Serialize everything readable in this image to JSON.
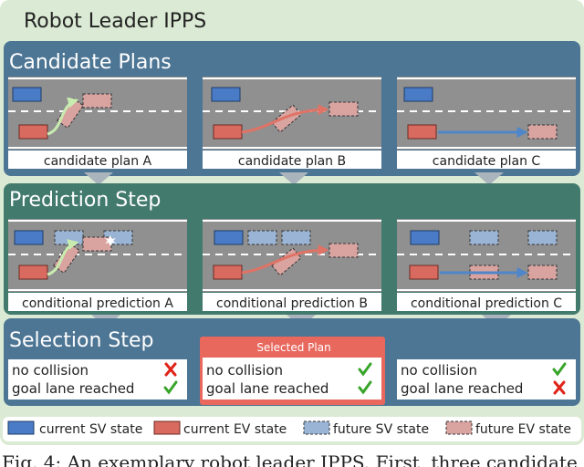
{
  "title": "Robot Leader IPPS",
  "sections": {
    "candidate": {
      "title": "Candidate Plans",
      "captions": [
        "candidate plan A",
        "candidate plan B",
        "candidate plan C"
      ]
    },
    "prediction": {
      "title": "Prediction Step",
      "captions": [
        "conditional prediction A",
        "conditional prediction B",
        "conditional prediction C"
      ]
    },
    "selection": {
      "title": "Selection Step",
      "selected_label": "Selected Plan",
      "criteria": [
        {
          "label": "no collision",
          "results": [
            "fail",
            "pass",
            "pass"
          ]
        },
        {
          "label": "goal lane reached",
          "results": [
            "pass",
            "pass",
            "fail"
          ]
        }
      ],
      "selected_index": 1
    }
  },
  "legend": {
    "current_sv": "current SV state",
    "current_ev": "current EV state",
    "future_sv": "future SV state",
    "future_ev": "future EV state"
  },
  "caption": "Fig. 4: An exemplary robot leader IPPS. First, three candidate",
  "colors": {
    "outer_bg": "#dbead4",
    "section_bg": "#4d7594",
    "prediction_bg": "#427a6e",
    "road": "#909090",
    "lane_mark": "#ffffff",
    "sv_fill": "#4a7bc6",
    "ev_fill": "#d96a60",
    "future_sv_fill": "#9ab4d6",
    "future_ev_fill": "#d9a3a0",
    "arrow_green": "#c8ecb0",
    "arrow_red": "#e07366",
    "arrow_blue": "#4f86c9",
    "selected_bg": "#e8685e",
    "check": "#38a52a",
    "cross": "#e0241a"
  }
}
